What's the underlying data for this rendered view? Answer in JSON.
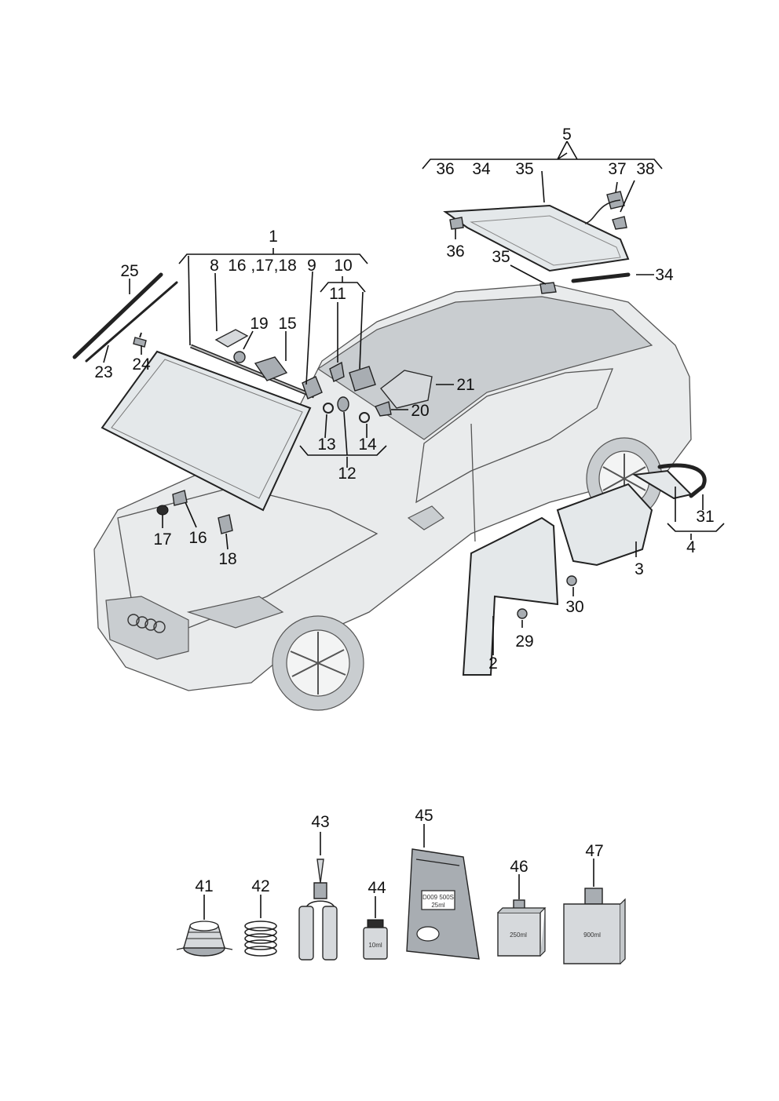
{
  "callouts": {
    "c1": "1",
    "c2": "2",
    "c3": "3",
    "c4": "4",
    "c5": "5",
    "c8": "8",
    "c9": "9",
    "c10": "10",
    "c11": "11",
    "c12": "12",
    "c13": "13",
    "c14": "14",
    "c15": "15",
    "c16_17_18": "16 ,17,18",
    "c16": "16",
    "c17": "17",
    "c18": "18",
    "c19": "19",
    "c20": "20",
    "c21": "21",
    "c23": "23",
    "c24": "24",
    "c25": "25",
    "c29": "29",
    "c30": "30",
    "c31": "31",
    "c34_top": "34",
    "c34": "34",
    "c35_top": "35",
    "c35": "35",
    "c36_top": "36",
    "c36": "36",
    "c37": "37",
    "c38": "38",
    "c41": "41",
    "c42": "42",
    "c43": "43",
    "c44": "44",
    "c45": "45",
    "c46": "46",
    "c47": "47"
  },
  "product_labels": {
    "vial_44": "10ml",
    "bag_45_line1": "D009 500S",
    "bag_45_line2": "25ml",
    "box_46": "250ml",
    "box_47": "900ml"
  },
  "icons": [
    "car-body-icon",
    "windscreen-icon",
    "rear-window-icon",
    "door-glass-icon",
    "sealant-roll-icon",
    "adhesive-cartridge-icon",
    "primer-vial-icon",
    "primer-bag-icon",
    "cleaner-box-icon"
  ]
}
